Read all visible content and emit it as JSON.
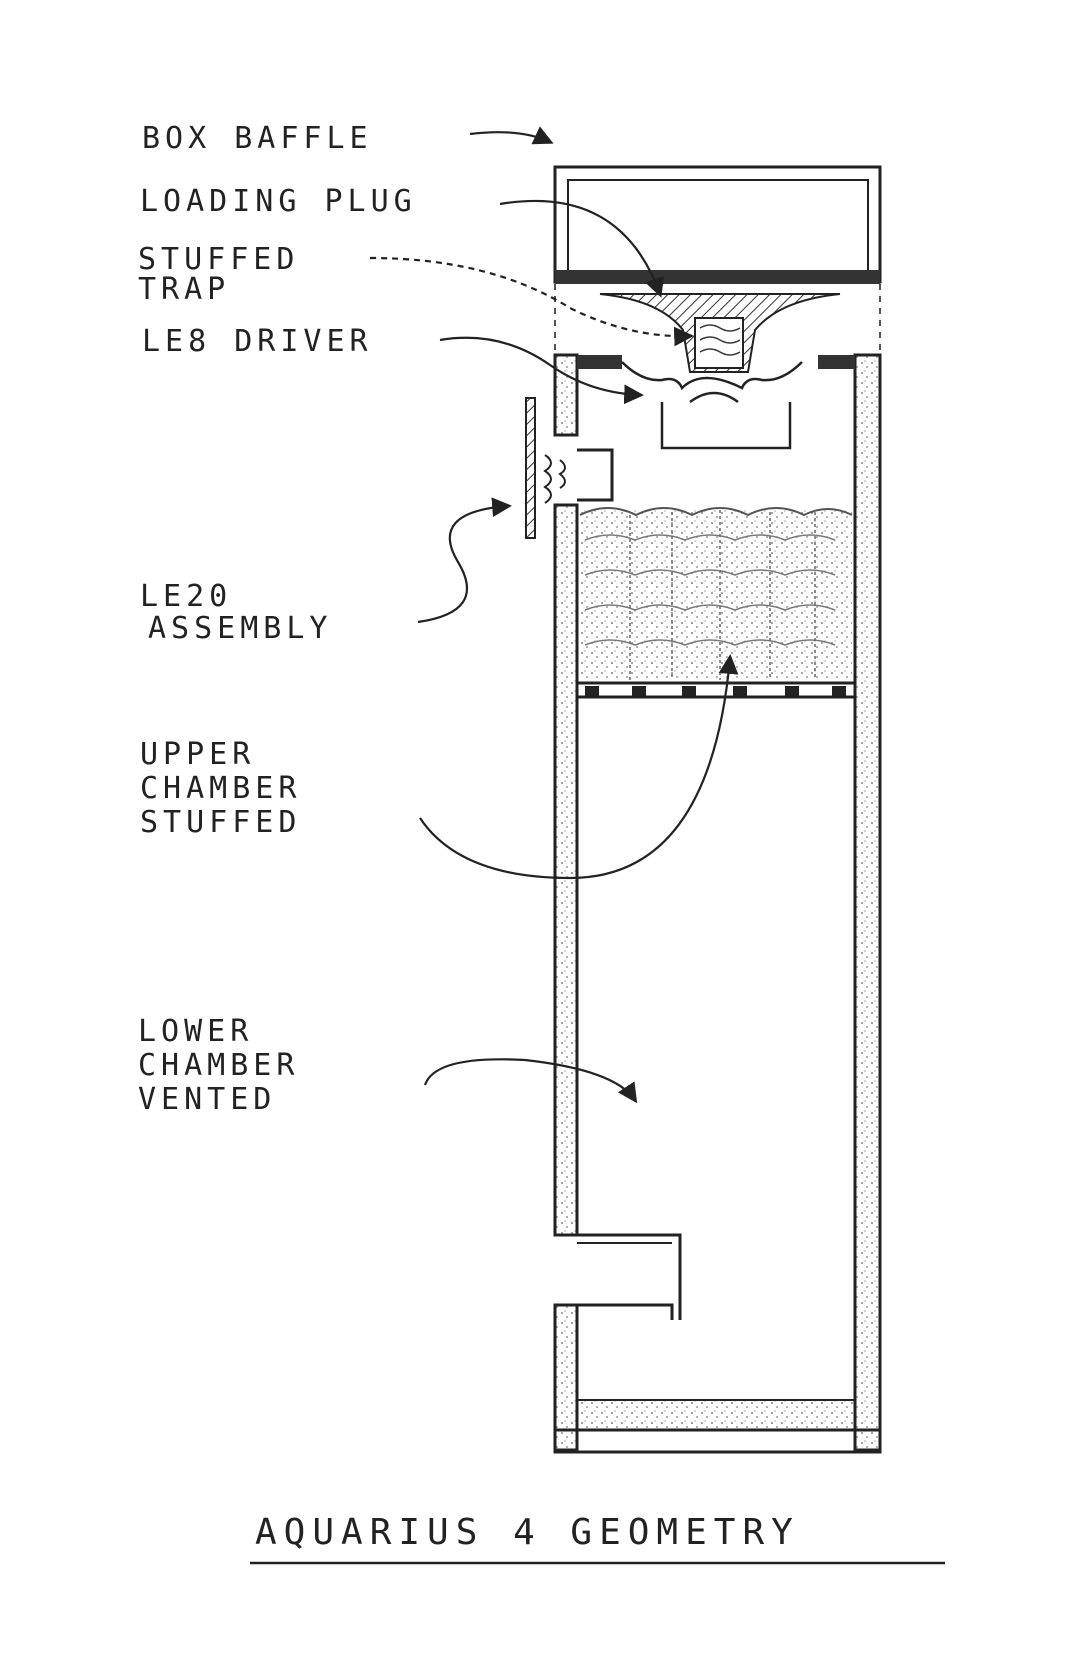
{
  "labels": {
    "box_baffle": "BOX BAFFLE",
    "loading_plug": "LOADING PLUG",
    "stuffed_trap_1": "STUFFED",
    "stuffed_trap_2": "TRAP",
    "le8_driver": "LE8 DRIVER",
    "le20_assembly_1": "LE20",
    "le20_assembly_2": "ASSEMBLY",
    "upper_chamber_1": "UPPER",
    "upper_chamber_2": "CHAMBER",
    "upper_chamber_3": "STUFFED",
    "lower_chamber_1": "LOWER",
    "lower_chamber_2": "CHAMBER",
    "lower_chamber_3": "VENTED"
  },
  "title": "AQUARIUS 4 GEOMETRY",
  "colors": {
    "ink": "#222222",
    "paper": "#ffffff"
  }
}
